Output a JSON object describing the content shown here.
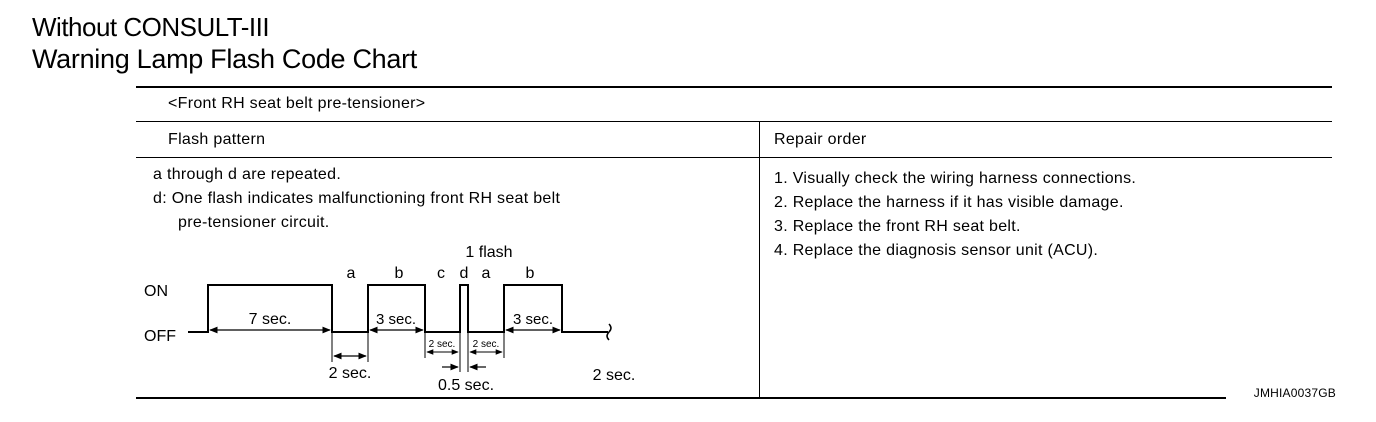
{
  "header": {
    "line1": "Without CONSULT-III",
    "line2": "Warning Lamp Flash Code Chart"
  },
  "table": {
    "caption": "<Front RH seat belt pre-tensioner>",
    "col_flash_pattern": "Flash pattern",
    "col_repair_order": "Repair order",
    "note_line1": "a through d are repeated.",
    "note_line2": "d: One flash indicates malfunctioning front RH seat belt",
    "note_line3": "pre-tensioner circuit.",
    "repair_steps": [
      "1. Visually check the wiring harness connections.",
      "2. Replace the harness if it has visible damage.",
      "3. Replace the front RH seat belt.",
      "4. Replace the diagnosis sensor unit (ACU)."
    ]
  },
  "diagram": {
    "flash_label": "1 flash",
    "on_label": "ON",
    "off_label": "OFF",
    "seg_a": "a",
    "seg_b": "b",
    "seg_c": "c",
    "seg_d": "d",
    "seg_a2": "a",
    "seg_b2": "b",
    "dur_7": "7 sec.",
    "dur_3a": "3 sec.",
    "dur_3b": "3 sec.",
    "dur_2a": "2 sec.",
    "dur_2_small1": "2 sec.",
    "dur_2_small2": "2 sec.",
    "dur_05": "0.5 sec.",
    "dur_2b": "2 sec."
  },
  "figure_code": "JMHIA0037GB"
}
